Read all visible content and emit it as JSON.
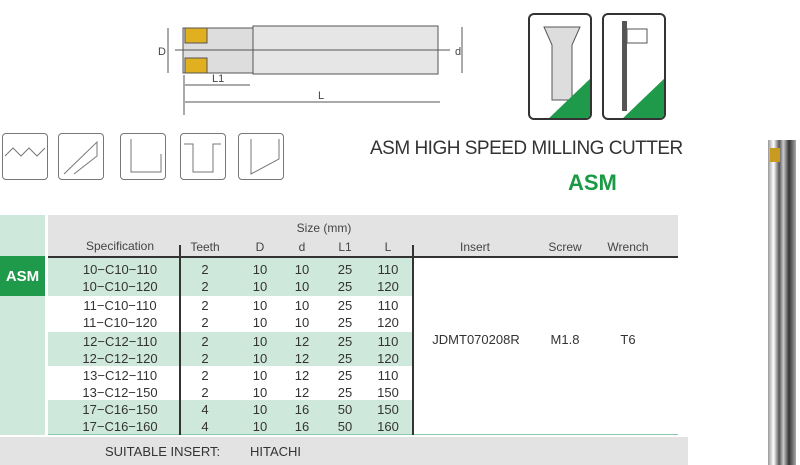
{
  "drawing": {
    "labels": {
      "D": "D",
      "d": "d",
      "L1": "L1",
      "L": "L"
    }
  },
  "accessories": [
    {
      "icon": "screw-icon"
    },
    {
      "icon": "torx-wrench-icon"
    }
  ],
  "operations": [
    "ramping-icon",
    "facing-icon",
    "shoulder-icon",
    "slotting-icon",
    "side-milling-icon"
  ],
  "product": {
    "title": "ASM HIGH SPEED MILLING CUTTER",
    "code": "ASM"
  },
  "table": {
    "series_label": "ASM",
    "size_label": "Size (mm)",
    "headers": {
      "spec": "Specification",
      "teeth": "Teeth",
      "D": "D",
      "d": "d",
      "L1": "L1",
      "L": "L",
      "insert": "Insert",
      "screw": "Screw",
      "wrench": "Wrench"
    },
    "rows": [
      [
        "10−C10−110",
        "2",
        "10",
        "10",
        "25",
        "110"
      ],
      [
        "10−C10−120",
        "2",
        "10",
        "10",
        "25",
        "120"
      ],
      [
        "11−C10−110",
        "2",
        "10",
        "10",
        "25",
        "110"
      ],
      [
        "11−C10−120",
        "2",
        "10",
        "10",
        "25",
        "120"
      ],
      [
        "12−C12−110",
        "2",
        "10",
        "12",
        "25",
        "110"
      ],
      [
        "12−C12−120",
        "2",
        "10",
        "12",
        "25",
        "120"
      ],
      [
        "13−C12−110",
        "2",
        "10",
        "12",
        "25",
        "110"
      ],
      [
        "13−C12−150",
        "2",
        "10",
        "12",
        "25",
        "150"
      ],
      [
        "17−C16−150",
        "4",
        "10",
        "16",
        "50",
        "150"
      ],
      [
        "17−C16−160",
        "4",
        "10",
        "16",
        "50",
        "160"
      ]
    ],
    "insert": "JDMT070208R",
    "screw": "M1.8",
    "wrench": "T6"
  },
  "footer": {
    "label": "SUITABLE INSERT:",
    "value": "HITACHI"
  },
  "colors": {
    "green": "#1f9a4a",
    "light_green": "#cfe8dc",
    "gray": "#e3e3e3"
  }
}
